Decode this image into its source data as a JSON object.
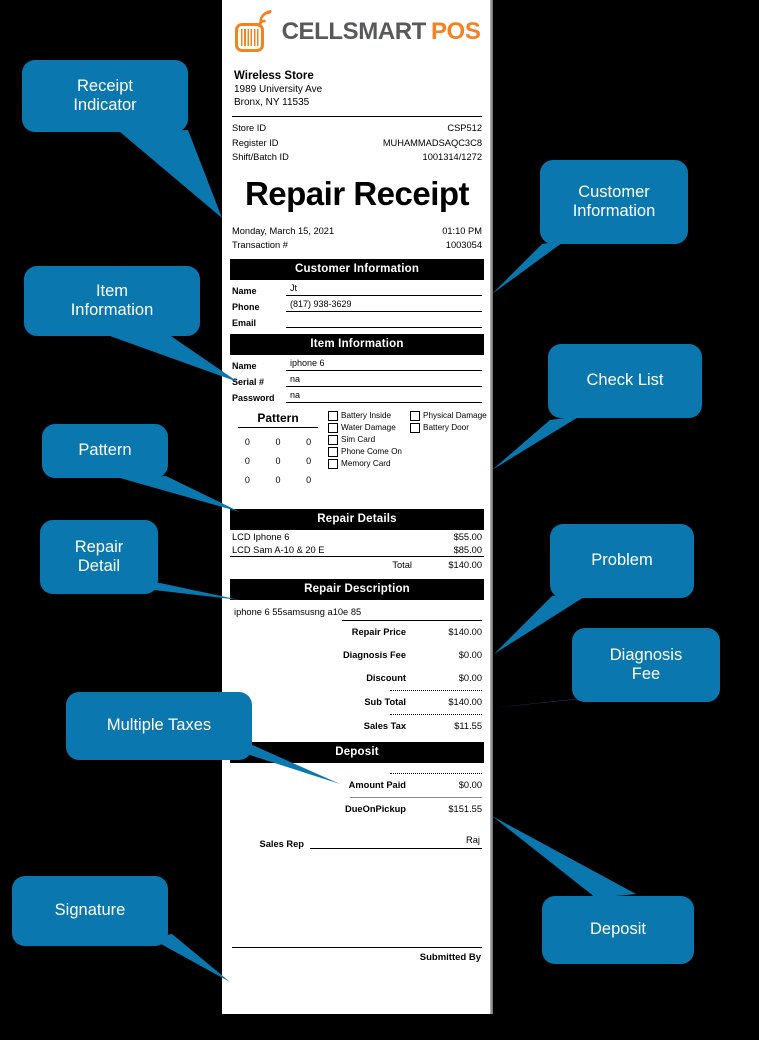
{
  "theme": {
    "callout_blue": "#0A77AE",
    "logo_orange": "#F58220",
    "logo_grey": "#58595B",
    "paper": "#FFFFFF",
    "background": "#000000"
  },
  "receipt": {
    "logo": {
      "mark_icon": "barcode-signal-icon",
      "text_primary": "CELLSMART",
      "text_secondary": "POS"
    },
    "store": {
      "name": "Wireless Store",
      "address_line1": "1989 University Ave",
      "address_line2": "Bronx, NY 11535"
    },
    "ids": [
      {
        "label": "Store ID",
        "value": "CSP512"
      },
      {
        "label": "Register ID",
        "value": "MUHAMMADSAQC3C8"
      },
      {
        "label": "Shift/Batch ID",
        "value": "1001314/1272"
      }
    ],
    "title": "Repair Receipt",
    "meta": [
      {
        "label": "Monday, March 15, 2021",
        "value": "01:10 PM"
      },
      {
        "label": "Transaction #",
        "value": "1003054"
      }
    ],
    "customer_section": {
      "heading": "Customer Information",
      "fields": [
        {
          "label": "Name",
          "value": "Jt"
        },
        {
          "label": "Phone",
          "value": "(817) 938-3629"
        },
        {
          "label": "Email",
          "value": ""
        }
      ]
    },
    "item_section": {
      "heading": "Item Information",
      "fields": [
        {
          "label": "Name",
          "value": "iphone 6"
        },
        {
          "label": "Serial #",
          "value": "na"
        },
        {
          "label": "Password",
          "value": "na"
        }
      ]
    },
    "pattern": {
      "title": "Pattern",
      "grid": [
        "0",
        "0",
        "0",
        "0",
        "0",
        "0",
        "0",
        "0",
        "0"
      ]
    },
    "checklist": [
      {
        "label": "Battery Inside",
        "checked": false
      },
      {
        "label": "Physical Damage",
        "checked": false
      },
      {
        "label": "Water Damage",
        "checked": false
      },
      {
        "label": "Battery Door",
        "checked": false
      },
      {
        "label": "Sim Card",
        "checked": false
      },
      {
        "label": "Phone Come On",
        "checked": false
      },
      {
        "label": "Memory Card",
        "checked": false
      }
    ],
    "repair_details": {
      "heading": "Repair Details",
      "items": [
        {
          "name": "LCD Iphone 6",
          "price": "$55.00"
        },
        {
          "name": "LCD Sam A-10 & 20 E",
          "price": "$85.00"
        }
      ],
      "total_label": "Total",
      "total_value": "$140.00"
    },
    "repair_description": {
      "heading": "Repair Description",
      "text": "iphone 6 55samsusng a10e 85"
    },
    "amounts": [
      {
        "label": "Repair Price",
        "value": "$140.00"
      },
      {
        "label": "Diagnosis Fee",
        "value": "$0.00"
      },
      {
        "label": "Discount",
        "value": "$0.00"
      },
      {
        "label": "Sub Total",
        "value": "$140.00"
      },
      {
        "label": "Sales Tax",
        "value": "$11.55"
      }
    ],
    "deposit_section": {
      "heading": "Deposit",
      "rows": [
        {
          "label": "Amount Paid",
          "value": "$0.00"
        },
        {
          "label": "DueOnPickup",
          "value": "$151.55"
        }
      ],
      "sales_rep_label": "Sales Rep",
      "sales_rep_value": "Raj"
    },
    "footer": {
      "submitted_by": "Submitted By"
    }
  },
  "callouts": [
    {
      "id": "receipt-indicator",
      "label": "Receipt\nIndicator"
    },
    {
      "id": "item-information",
      "label": "Item\nInformation"
    },
    {
      "id": "pattern",
      "label": "Pattern"
    },
    {
      "id": "repair-detail",
      "label": "Repair\nDetail"
    },
    {
      "id": "multiple-taxes",
      "label": "Multiple Taxes"
    },
    {
      "id": "signature",
      "label": "Signature"
    },
    {
      "id": "customer-information",
      "label": "Customer\nInformation"
    },
    {
      "id": "check-list",
      "label": "Check List"
    },
    {
      "id": "problem",
      "label": "Problem"
    },
    {
      "id": "diagnosis-fee",
      "label": "Diagnosis\nFee"
    },
    {
      "id": "deposit",
      "label": "Deposit"
    }
  ]
}
